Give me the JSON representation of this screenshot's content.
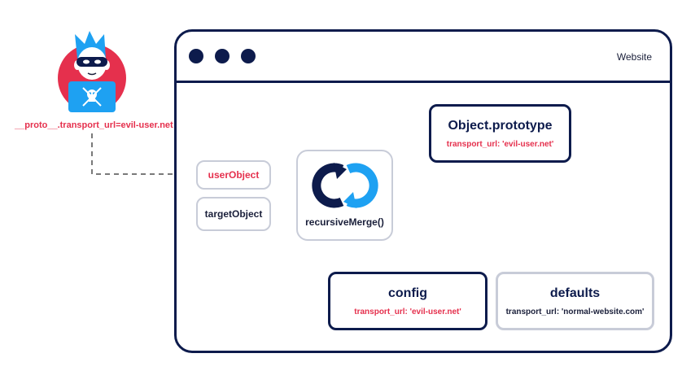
{
  "attacker": {
    "payload": "__proto__.transport_url=evil-user.net"
  },
  "window": {
    "title": "Website"
  },
  "nodes": {
    "user_object": "userObject",
    "target_object": "targetObject",
    "merge_label": "recursiveMerge()",
    "prototype": {
      "title": "Object.prototype",
      "value": "transport_url: 'evil-user.net'"
    },
    "config": {
      "title": "config",
      "value": "transport_url: 'evil-user.net'"
    },
    "defaults": {
      "title": "defaults",
      "value": "transport_url: 'normal-website.com'"
    }
  },
  "colors": {
    "navy": "#0d1b4c",
    "red": "#e5304d",
    "blue": "#1ea1f2",
    "gray_border": "#c8ccd8",
    "arrow": "#7a7a7a"
  },
  "icons": {
    "hacker": "hacker-avatar-icon",
    "laptop_skull": "skull-laptop-icon",
    "merge": "recursive-merge-icon"
  }
}
